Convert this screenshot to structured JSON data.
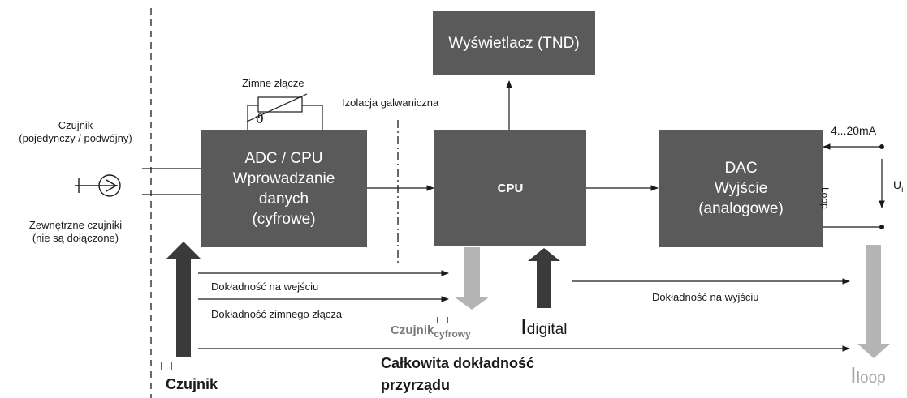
{
  "blocks": {
    "display": "Wyświetlacz (TND)",
    "adc_lines": [
      "ADC / CPU",
      "Wprowadzanie",
      "danych",
      "(cyfrowe)"
    ],
    "cpu": "CPU",
    "dac_lines": [
      "DAC",
      "Wyjście",
      "(analogowe)"
    ]
  },
  "labels": {
    "sensor_title_1": "Czujnik",
    "sensor_title_2": "(pojedynczy / podwójny)",
    "external_1": "Zewnętrzne czujniki",
    "external_2": "(nie są dołączone)",
    "cold_junction": "Zimne złącze",
    "theta": "ϑ",
    "isolation": "Izolacja galwaniczna",
    "loop_current": "4...20mA",
    "loop_word": "Loop",
    "voltage": "U",
    "voltage_sub": "i",
    "input_accuracy": "Dokładność na wejściu",
    "cold_junction_accuracy": "Dokładność zimnego złącza",
    "output_accuracy": "Dokładność na wyjściu",
    "digital_sensor": "Czujnik",
    "digital_sensor_sub": "cyfrowy",
    "i_digital": "I",
    "i_digital_sub": "digital",
    "total_accuracy_1": "Całkowita dokładność",
    "total_accuracy_2": "przyrządu",
    "sensor_bottom": "Czujnik",
    "i_loop": "I",
    "i_loop_sub": "loop"
  },
  "colors": {
    "block": "#5a5a5a",
    "dark_arrow": "#3a3a3a",
    "light_arrow": "#b4b4b4",
    "line": "#1a1a1a"
  }
}
